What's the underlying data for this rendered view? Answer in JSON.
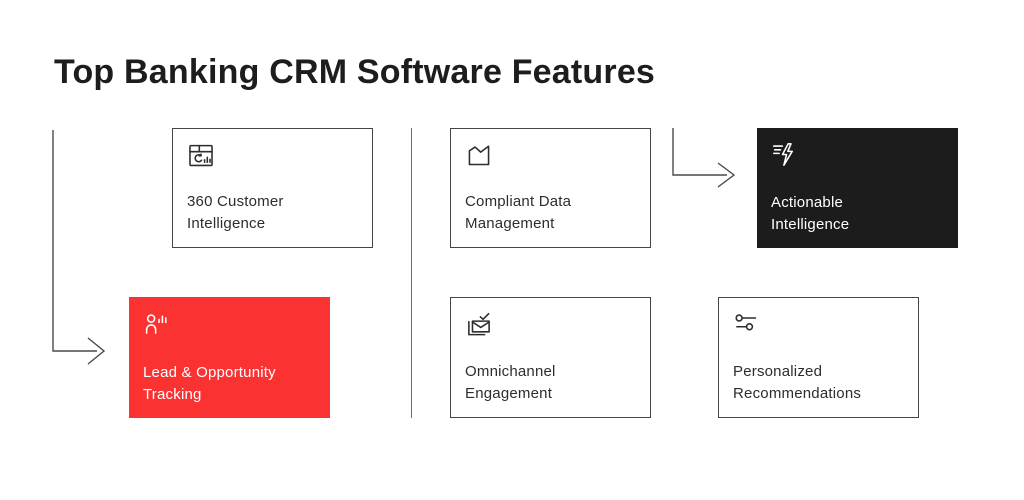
{
  "page": {
    "title": "Top Banking CRM Software Features"
  },
  "colors": {
    "background": "#ffffff",
    "title_text": "#1d1d1d",
    "card_border": "#454545",
    "card_text": "#2d2d2d",
    "dark_card_bg": "#1c1c1c",
    "red_card_bg": "#fb3232",
    "light_card_text": "#ffffff",
    "connector_line": "#4a4a4a"
  },
  "cards": [
    {
      "label": "360 Customer Intelligence",
      "icon": "dashboard-chart-icon",
      "variant": "outline"
    },
    {
      "label": "Compliant Data Management",
      "icon": "area-chart-icon",
      "variant": "outline"
    },
    {
      "label": "Actionable Intelligence",
      "icon": "lightning-speed-icon",
      "variant": "dark"
    },
    {
      "label": "Lead & Opportunity Tracking",
      "icon": "user-with-bars-icon",
      "variant": "red"
    },
    {
      "label": "Omnichannel Engagement",
      "icon": "envelope-check-icon",
      "variant": "outline"
    },
    {
      "label": "Personalized Recommendations",
      "icon": "sliders-icon",
      "variant": "outline"
    }
  ],
  "connectors": [
    {
      "name": "arrow-to-lead-opportunity-tracking",
      "shape": "down-then-right"
    },
    {
      "name": "arrow-to-actionable-intelligence",
      "shape": "down-then-right"
    }
  ]
}
